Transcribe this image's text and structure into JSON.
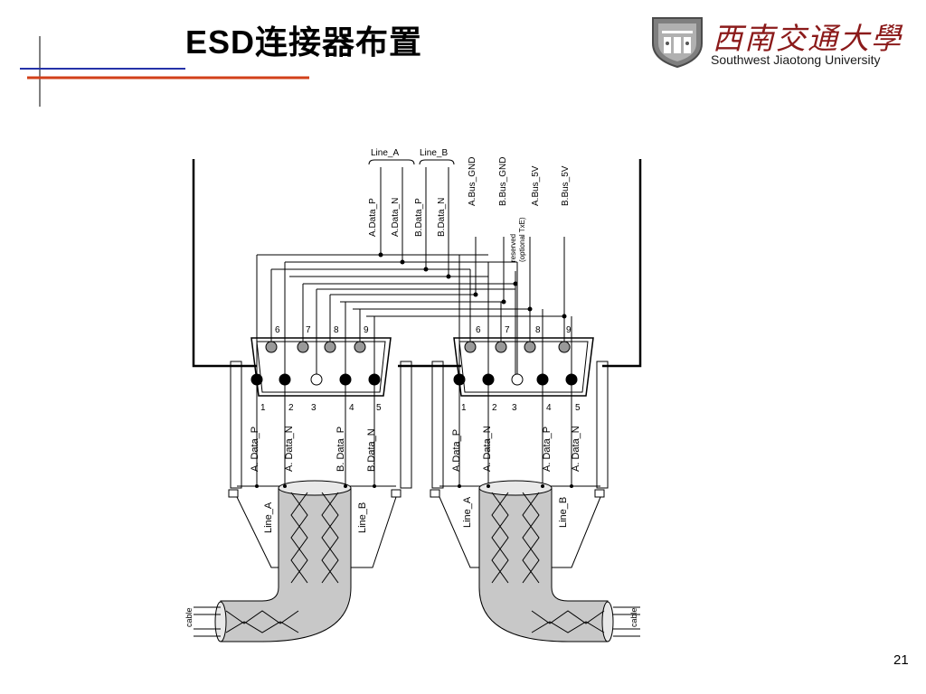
{
  "slide": {
    "title": "ESD连接器布置",
    "page_number": "21"
  },
  "logo": {
    "chinese_name": "西南交通大學",
    "english_name": "Southwest Jiaotong University"
  },
  "colors": {
    "blue_rule": "#2432a8",
    "red_rule": "#d2401a",
    "logo_red": "#8b1a1a"
  },
  "diagram": {
    "top_labels": {
      "line_a": "Line_A",
      "line_b": "Line_B",
      "a_data_p": "A.Data_P",
      "a_data_n": "A.Data_N",
      "b_data_p": "B.Data_P",
      "b_data_n": "B.Data_N",
      "a_bus_gnd": "A.Bus_GND",
      "b_bus_gnd": "B.Bus_GND",
      "a_bus_5v": "A.Bus_5V",
      "b_bus_5v": "B.Bus_5V",
      "reserved": "reserved",
      "optional_txe": "(optional TxE)"
    },
    "upper_pins": [
      "6",
      "7",
      "8",
      "9"
    ],
    "lower_pins": [
      "1",
      "2",
      "3",
      "4",
      "5"
    ],
    "left_connector_labels": [
      "A. Data_P",
      "A. Data_N",
      "B. Data_P",
      "B.Data_N"
    ],
    "right_connector_labels": [
      "A.Data_P",
      "A. Data_N",
      "A. Data_P",
      "A. Data_N"
    ],
    "left_line_labels": [
      "Line_A",
      "Line_B"
    ],
    "right_line_labels": [
      "Line_A",
      "Line_B"
    ],
    "cable_label": "cable"
  }
}
